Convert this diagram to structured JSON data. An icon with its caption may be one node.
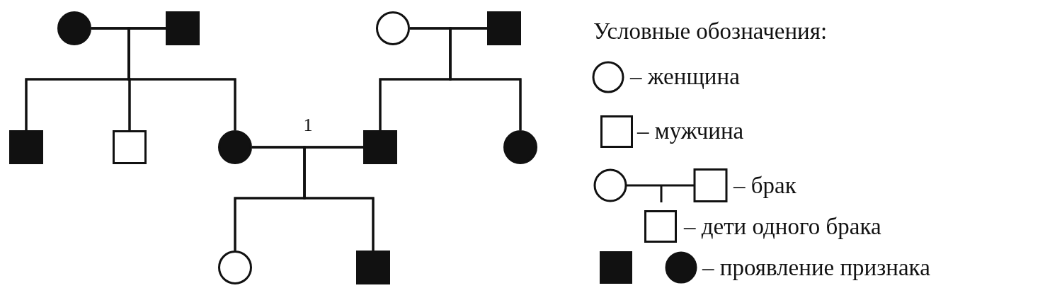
{
  "diagram": {
    "nodes": [
      {
        "text": [],
        "shape": "circle"
      },
      {
        "text": [],
        "shape": "box"
      },
      {
        "text": [],
        "shape": "circle"
      },
      {
        "text": [],
        "shape": "box"
      },
      {
        "text": [],
        "shape": "box"
      },
      {
        "text": [],
        "shape": "box"
      },
      {
        "text": [],
        "shape": "circle"
      },
      {
        "text": [],
        "shape": "box"
      },
      {
        "text": [],
        "shape": "circle"
      },
      {
        "text": [],
        "shape": "circle"
      },
      {
        "text": [],
        "shape": "box"
      }
    ],
    "edges": [
      {
        "from": 0,
        "to": 1,
        "arrow": "none"
      },
      {
        "from": 2,
        "to": 3,
        "arrow": "none"
      },
      {
        "from": 6,
        "to": 7,
        "arrow": "none",
        "label": "1"
      },
      {
        "from": 0,
        "to": 4,
        "arrow": "none"
      },
      {
        "from": 0,
        "to": 5,
        "arrow": "none"
      },
      {
        "from": 0,
        "to": 6,
        "arrow": "none"
      },
      {
        "from": 1,
        "to": 4,
        "arrow": "none"
      },
      {
        "from": 1,
        "to": 5,
        "arrow": "none"
      },
      {
        "from": 1,
        "to": 6,
        "arrow": "none"
      },
      {
        "from": 2,
        "to": 7,
        "arrow": "none"
      },
      {
        "from": 2,
        "to": 8,
        "arrow": "none"
      },
      {
        "from": 3,
        "to": 7,
        "arrow": "none"
      },
      {
        "from": 3,
        "to": 8,
        "arrow": "none"
      },
      {
        "from": 6,
        "to": 9,
        "arrow": "none"
      },
      {
        "from": 6,
        "to": 10,
        "arrow": "none"
      },
      {
        "from": 7,
        "to": 9,
        "arrow": "none"
      },
      {
        "from": 7,
        "to": 10,
        "arrow": "none"
      }
    ],
    "labels": [
      "Условные обозначения:"
    ],
    "legend": [
      {
        "text": "– женщина"
      },
      {
        "text": "– мужчина"
      },
      {
        "text": "– брак"
      },
      {
        "text": "– дети одного брака"
      },
      {
        "text": "– проявление признака"
      }
    ]
  }
}
